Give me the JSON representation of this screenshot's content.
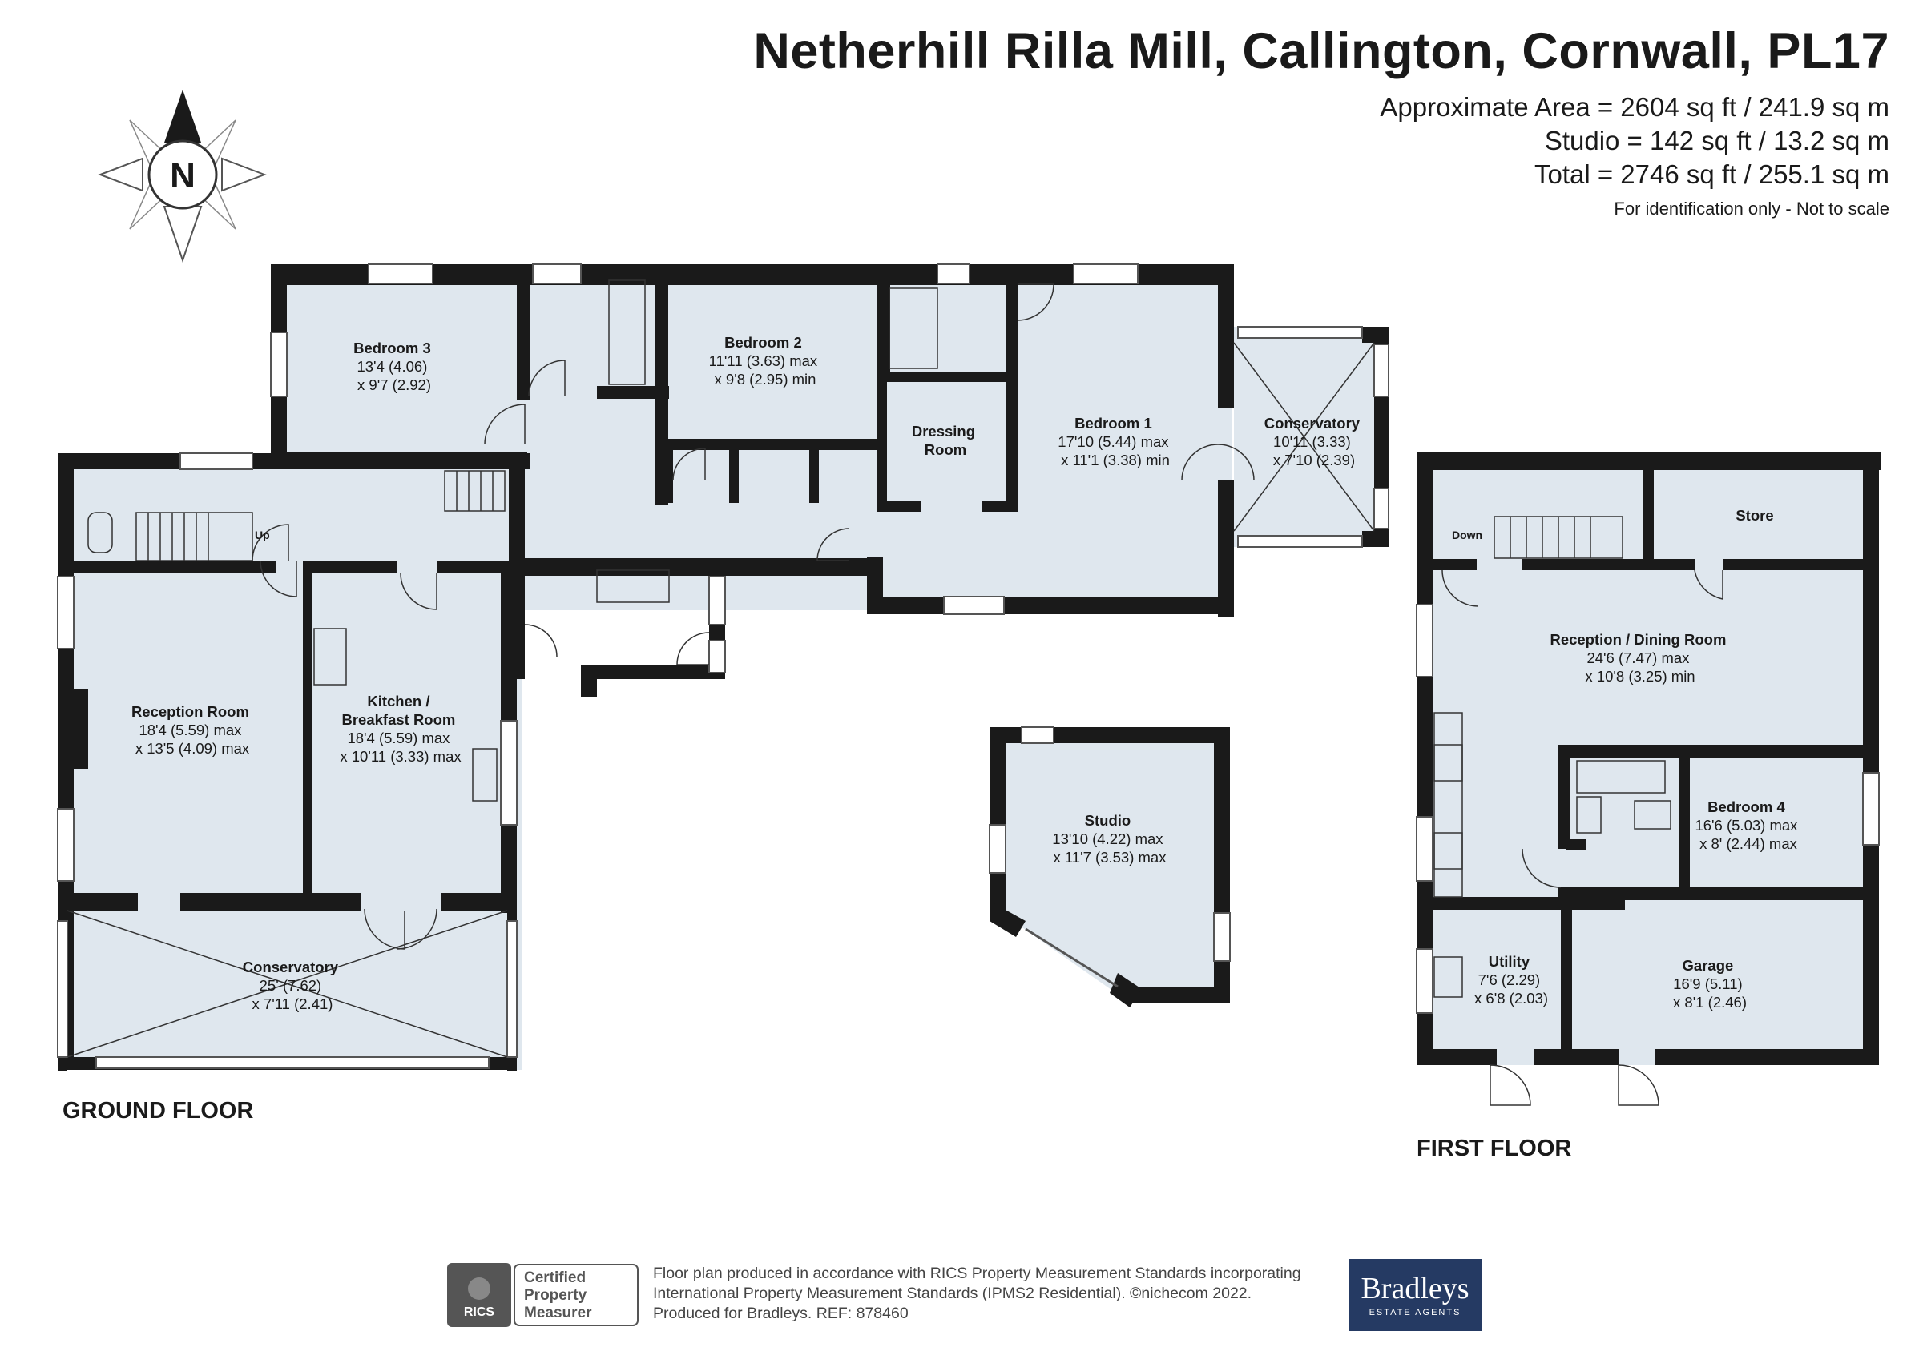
{
  "header": {
    "title": "Netherhill Rilla Mill, Callington, Cornwall, PL17",
    "area_lines": [
      "Approximate Area = 2604 sq ft / 241.9 sq m",
      "Studio = 142 sq ft / 13.2 sq m",
      "Total = 2746 sq ft / 255.1 sq m"
    ],
    "note": "For identification only - Not to scale"
  },
  "compass": {
    "letter": "N"
  },
  "ground_floor": {
    "label": "GROUND FLOOR",
    "rooms": {
      "bedroom3": [
        "Bedroom 3",
        "13'4 (4.06)",
        "x 9'7 (2.92)"
      ],
      "bedroom2": [
        "Bedroom 2",
        "11'11 (3.63) max",
        "x 9'8 (2.95) min"
      ],
      "dressing": [
        "Dressing",
        "Room"
      ],
      "bedroom1": [
        "Bedroom 1",
        "17'10 (5.44) max",
        "x 11'1 (3.38) min"
      ],
      "conservatory_b1": [
        "Conservatory",
        "10'11 (3.33)",
        "x 7'10 (2.39)"
      ],
      "reception": [
        "Reception Room",
        "18'4 (5.59) max",
        "x 13'5 (4.09) max"
      ],
      "kitchen": [
        "Kitchen /",
        "Breakfast Room",
        "18'4 (5.59) max",
        "x 10'11 (3.33) max"
      ],
      "conservatory_gf": [
        "Conservatory",
        "25' (7.62)",
        "x 7'11 (2.41)"
      ],
      "studio": [
        "Studio",
        "13'10 (4.22) max",
        "x 11'7 (3.53) max"
      ]
    },
    "stair_label": "Up"
  },
  "first_floor": {
    "label": "FIRST FLOOR",
    "rooms": {
      "store": [
        "Store"
      ],
      "reception_dining": [
        "Reception / Dining Room",
        "24'6 (7.47) max",
        "x 10'8 (3.25) min"
      ],
      "bedroom4": [
        "Bedroom 4",
        "16'6 (5.03) max",
        "x 8' (2.44) max"
      ],
      "utility": [
        "Utility",
        "7'6 (2.29)",
        "x 6'8 (2.03)"
      ],
      "garage": [
        "Garage",
        "16'9 (5.11)",
        "x 8'1 (2.46)"
      ]
    },
    "stair_label": "Down"
  },
  "footer": {
    "lines": [
      "Floor plan produced in accordance with RICS Property Measurement Standards incorporating",
      "International Property Measurement Standards (IPMS2 Residential).  ©nichecom 2022.",
      "Produced for Bradleys.   REF:  878460"
    ],
    "rics": {
      "mark": "RICS",
      "lines": [
        "Certified",
        "Property",
        "Measurer"
      ]
    },
    "agent": {
      "name": "Bradleys",
      "sub": "ESTATE AGENTS"
    }
  },
  "colors": {
    "wall": "#1a1a1a",
    "floor": "#dfe7ee",
    "agent": "#253a63"
  }
}
